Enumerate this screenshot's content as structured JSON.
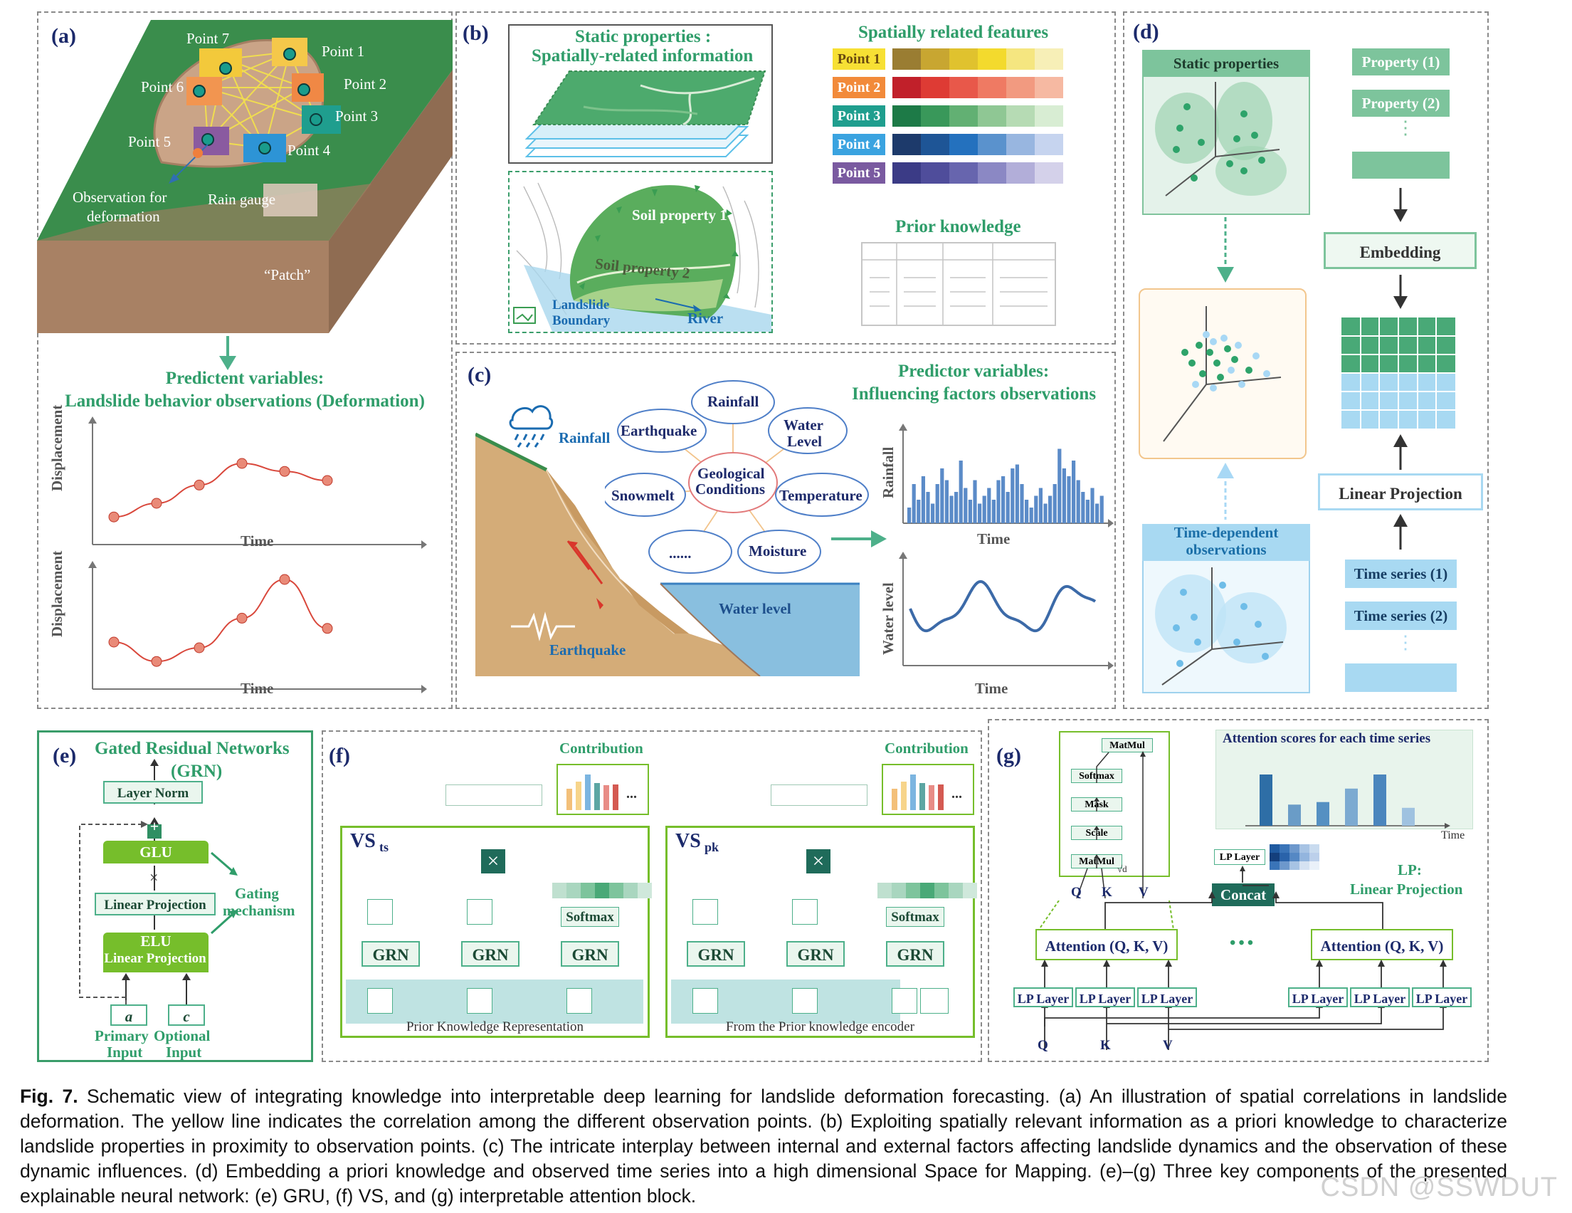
{
  "panels": {
    "a": {
      "label": "(a)",
      "points": [
        "Point 7",
        "Point 1",
        "Point 6",
        "Point 2",
        "Point 3",
        "Point 5",
        "Point 4"
      ],
      "obs_label_1": "Observation for",
      "obs_label_2": "deformation",
      "rain_gauge": "Rain gauge",
      "patch": "“Patch”",
      "predictent_1": "Predictent variables:",
      "predictent_2": "Landslide behavior observations (Deformation)",
      "ylabel": "Displacement",
      "xlabel": "Time"
    },
    "b": {
      "label": "(b)",
      "static_1": "Static properties :",
      "static_2": "Spatially-related  information",
      "spatial_title": "Spatially related features",
      "points": [
        "Point 1",
        "Point 2",
        "Point 3",
        "Point 4",
        "Point 5"
      ],
      "point_colors": [
        "#f7e034",
        "#f28a3a",
        "#1f9e8e",
        "#3aa3e0",
        "#7a5aa0"
      ],
      "palettes": [
        [
          "#9a7d32",
          "#c8a631",
          "#e0c22e",
          "#f3da2d",
          "#f5e680",
          "#f7efb7"
        ],
        [
          "#c1202a",
          "#de3b34",
          "#e8584a",
          "#ef7a63",
          "#f29a80",
          "#f6b9a2"
        ],
        [
          "#1d7a47",
          "#39985a",
          "#62b073",
          "#8fc794",
          "#b6dbb4",
          "#d8edd3"
        ],
        [
          "#1d3a6b",
          "#1e5596",
          "#2471be",
          "#5a92cd",
          "#98b6e0",
          "#c6d4ef"
        ],
        [
          "#3b3b86",
          "#4f4d9b",
          "#6765ae",
          "#8b88c4",
          "#b2aed9",
          "#d4d1ea"
        ]
      ],
      "soil1": "Soil property 1",
      "soil2": "Soil property 2",
      "landslide_1": "Landslide",
      "landslide_2": "Boundary",
      "river": "River",
      "prior": "Prior knowledge"
    },
    "c": {
      "label": "(c)",
      "rainfall": "Rainfall",
      "earthquake_lbl": "Earthquake",
      "water_level": "Water level",
      "nodes": {
        "rainfall": "Rainfall",
        "earthquake": "Earthquake",
        "water_1": "Water",
        "water_2": "Level",
        "geo_1": "Geological",
        "geo_2": "Conditions",
        "snowmelt": "Snowmelt",
        "temperature": "Temperature",
        "dots": "......",
        "moisture": "Moisture"
      },
      "predictor_1": "Predictor variables:",
      "predictor_2": "Influencing factors observations",
      "ylabel_rain": "Rainfall",
      "ylabel_water": "Water level",
      "xlabel": "Time"
    },
    "d": {
      "label": "(d)",
      "static": "Static properties",
      "time_dep_1": "Time-dependent",
      "time_dep_2": "observations",
      "property1": "Property (1)",
      "property2": "Property (2)",
      "embedding": "Embedding",
      "linear_proj": "Linear Projection",
      "ts1": "Time series (1)",
      "ts2": "Time series (2)",
      "vdots": "⋮"
    },
    "e": {
      "label": "(e)",
      "title_1": "Gated Residual Networks",
      "title_2": "(GRN)",
      "layer_norm": "Layer Norm",
      "plus": "+",
      "glu": "GLU",
      "times": "×",
      "linear1": "Linear Projection",
      "gating_1": "Gating",
      "gating_2": "mechanism",
      "elu": "ELU",
      "linear2": "Linear Projection",
      "a": "a",
      "c": "c",
      "primary_1": "Primary",
      "primary_2": "Input",
      "optional_1": "Optional",
      "optional_2": "Input"
    },
    "f": {
      "label": "(f)",
      "contribution": "Contribution",
      "vs_ts": "VS",
      "vs_ts_sub": "ts",
      "vs_pk": "VS",
      "vs_pk_sub": "pk",
      "grn": "GRN",
      "softmax": "Softmax",
      "prior_rep": "Prior Knowledge Representation",
      "from_prior": "From the Prior knowledge encoder",
      "ellipsis": "...",
      "cross": "×"
    },
    "g": {
      "label": "(g)",
      "matmul": "MatMul",
      "softmax": "Softmax",
      "mask": "Mask",
      "scale": "Scale",
      "q": "Q",
      "k": "K",
      "v": "V",
      "attn_title": "Attention scores for each time series",
      "time": "Time",
      "lp_layer": "LP Layer",
      "concat": "Concat",
      "lp_1": "LP:",
      "lp_2": "Linear Projection",
      "attention": "Attention (Q, K, V)",
      "dots": "•••",
      "bar_values": [
        0.8,
        0.33,
        0.37,
        0.58,
        0.8,
        0.28
      ]
    }
  },
  "caption": {
    "fig": "Fig. 7.",
    "text": " Schematic view of integrating knowledge into interpretable deep learning for landslide deformation forecasting. (a) An illustration of spatial correlations in landslide deformation. The yellow line indicates the correlation among the different observation points. (b) Exploiting spatially relevant information as a priori knowledge to characterize landslide properties in proximity to observation points. (c) The intricate interplay between internal and external factors affecting landslide dynamics and the observation of these dynamic influences. (d) Embedding a priori knowledge and observed time series into a high dimensional Space for Mapping. (e)–(g) Three key components of the presented explainable neural network: (e) GRU, (f) VS, and (g) interpretable attention block."
  },
  "watermark": "CSDN @SSWDUT",
  "chart_data": [
    {
      "type": "line",
      "ylabel": "Displacement",
      "xlabel": "Time",
      "x": [
        1,
        2,
        3,
        4,
        5,
        6
      ],
      "values": [
        0.18,
        0.3,
        0.46,
        0.65,
        0.58,
        0.5
      ]
    },
    {
      "type": "line",
      "ylabel": "Displacement",
      "xlabel": "Time",
      "x": [
        1,
        2,
        3,
        4,
        5,
        6
      ],
      "values": [
        0.35,
        0.18,
        0.3,
        0.56,
        0.9,
        0.47
      ]
    },
    {
      "type": "bar",
      "ylabel": "Rainfall",
      "xlabel": "Time",
      "values": [
        0.2,
        0.5,
        0.3,
        0.6,
        0.4,
        0.25,
        0.5,
        0.7,
        0.55,
        0.35,
        0.4,
        0.8,
        0.45,
        0.3,
        0.55,
        0.25,
        0.35,
        0.45,
        0.3,
        0.55,
        0.6,
        0.4,
        0.7,
        0.75,
        0.5,
        0.3,
        0.2,
        0.35,
        0.45,
        0.25,
        0.35,
        0.5,
        0.95,
        0.7,
        0.6,
        0.8,
        0.55,
        0.4,
        0.3,
        0.45,
        0.25,
        0.35
      ]
    },
    {
      "type": "line",
      "ylabel": "Water level",
      "xlabel": "Time"
    }
  ]
}
